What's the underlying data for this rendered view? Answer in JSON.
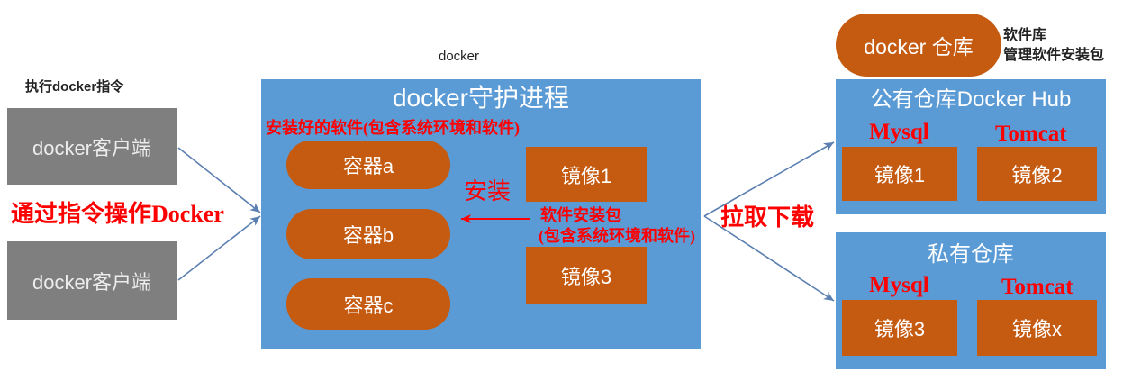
{
  "client": {
    "caption": "执行docker指令",
    "clients": [
      "docker客户端",
      "docker客户端"
    ],
    "operate_label": "通过指令操作Docker"
  },
  "daemon": {
    "top_label": "docker",
    "title": "docker守护进程",
    "installed_note": "安装好的软件(包含系统环境和软件)",
    "containers": [
      "容器a",
      "容器b",
      "容器c"
    ],
    "images": [
      "镜像1",
      "镜像3"
    ],
    "install_label": "安装",
    "package_label": "软件安装包",
    "package_note": "(包含系统环境和软件)"
  },
  "pull_label": "拉取下载",
  "registry": {
    "title": "docker 仓库",
    "notes": [
      "软件库",
      "管理软件安装包"
    ],
    "public": {
      "title": "公有仓库Docker Hub",
      "apps": [
        "Mysql",
        "Tomcat"
      ],
      "images": [
        "镜像1",
        "镜像2"
      ]
    },
    "private": {
      "title": "私有仓库",
      "apps": [
        "Mysql",
        "Tomcat"
      ],
      "images": [
        "镜像3",
        "镜像x"
      ]
    }
  },
  "colors": {
    "blue": "#5b9bd5",
    "orange": "#c55a11",
    "gray": "#7f7f7f",
    "red": "#ff0000",
    "arrow": "#5b7fb0"
  }
}
